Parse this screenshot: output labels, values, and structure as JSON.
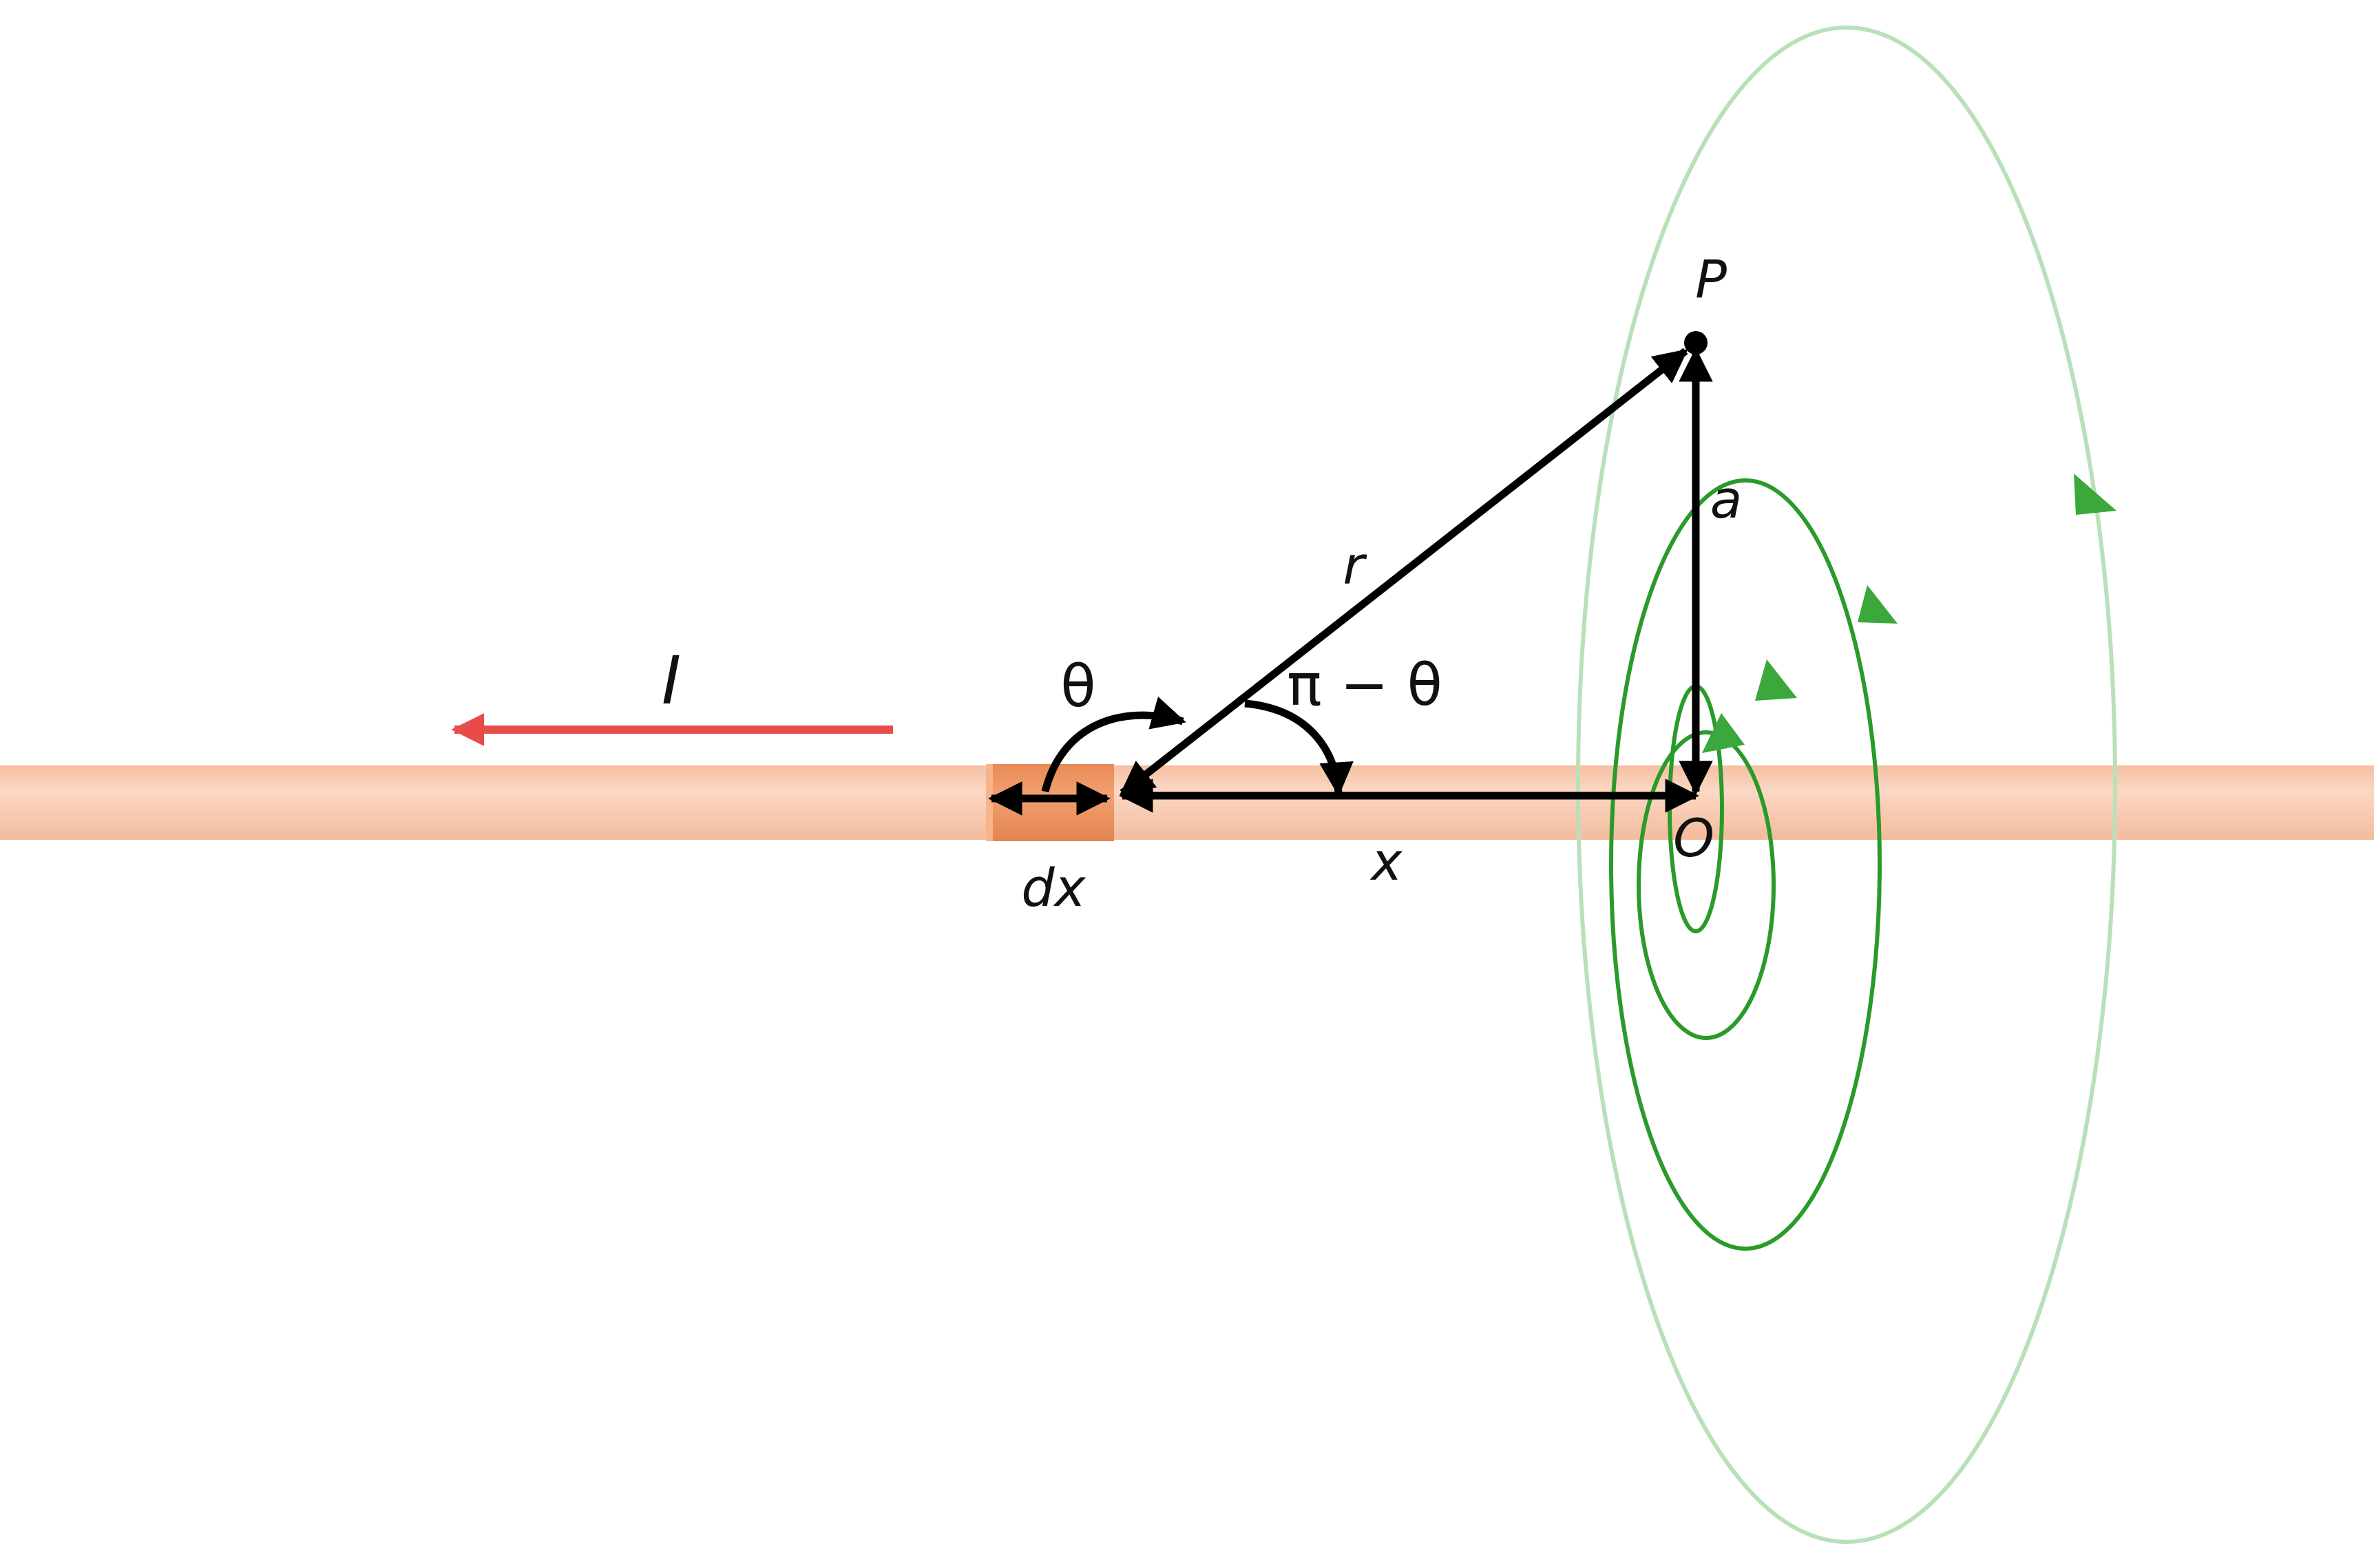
{
  "labels": {
    "current": "I",
    "point": "P",
    "distance_a": "a",
    "distance_r": "r",
    "angle_theta": "θ",
    "angle_pi_minus_theta": "π − θ",
    "element_length": "dx",
    "distance_x": "x",
    "origin": "O"
  },
  "colors": {
    "wire": "#f8c7ac",
    "wire_highlight": "#fbd8c5",
    "element": "#ee9563",
    "current_arrow": "#e84c48",
    "field_line": "#2a9a2a",
    "field_line_faint": "#9fd39f",
    "vector": "#000000"
  }
}
